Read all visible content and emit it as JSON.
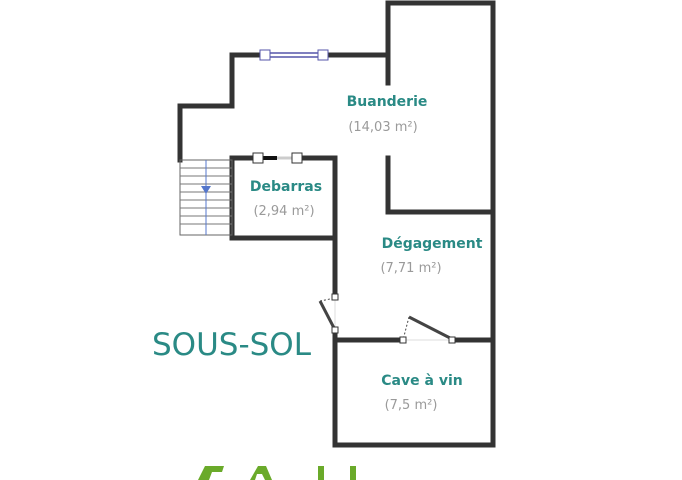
{
  "level_label": "SOUS-SOL",
  "rooms": [
    {
      "name": "Buanderie",
      "area": "(14,03 m²)"
    },
    {
      "name": "Debarras",
      "area": "(2,94 m²)"
    },
    {
      "name": "Dégagement",
      "area": "(7,71 m²)"
    },
    {
      "name": "Cave à vin",
      "area": "(7,5 m²)"
    }
  ],
  "colors": {
    "accent": "#2a8a85",
    "wall": "#333333",
    "area_text": "#9a9a9a",
    "logo": "#6aaa2a",
    "window": "#5555aa"
  }
}
